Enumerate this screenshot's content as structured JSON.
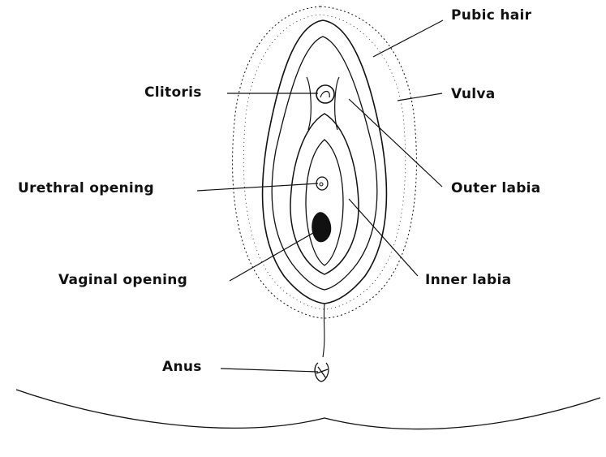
{
  "labels": {
    "pubic_hair": "Pubic hair",
    "clitoris": "Clitoris",
    "vulva": "Vulva",
    "urethral_opening": "Urethral opening",
    "outer_labia": "Outer labia",
    "inner_labia": "Inner labia",
    "vaginal_opening": "Vaginal opening",
    "anus": "Anus"
  },
  "colors": {
    "ink": "#111111",
    "background": "#ffffff"
  }
}
